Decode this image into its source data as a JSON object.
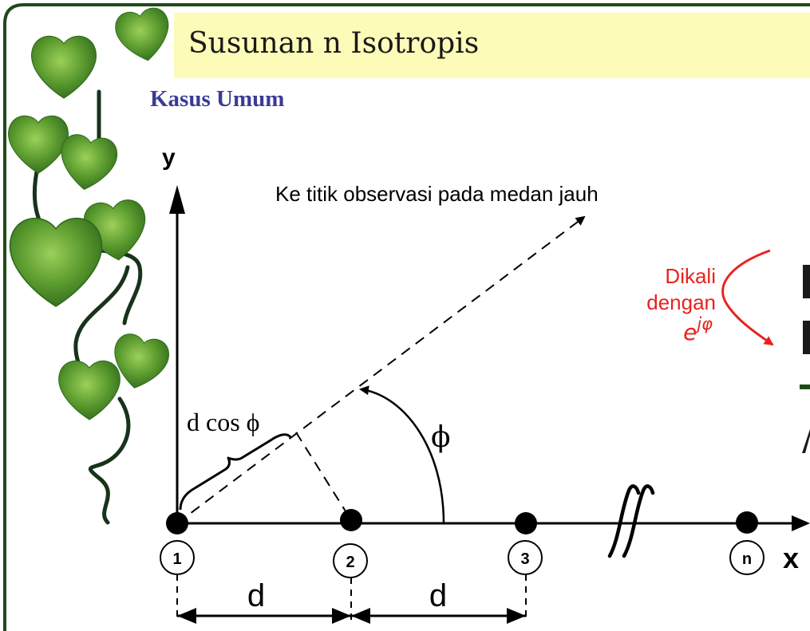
{
  "slide": {
    "title": "Susunan n Isotropis",
    "subtitle": "Kasus Umum"
  },
  "diagram": {
    "y_axis_label": "y",
    "x_axis_label": "x",
    "direction_label": "Ke titik observasi pada medan jauh",
    "projection_label": "d cos ϕ",
    "angle_label": "ϕ",
    "spacing_labels": [
      "d",
      "d"
    ],
    "elements": [
      {
        "id": "element-1",
        "label": "1"
      },
      {
        "id": "element-2",
        "label": "2"
      },
      {
        "id": "element-3",
        "label": "3"
      },
      {
        "id": "element-n",
        "label": "n"
      }
    ],
    "annotation": {
      "line1": "Dikali",
      "line2": "dengan",
      "formula": "e",
      "formula_exponent": "jφ"
    }
  },
  "colors": {
    "frame": "#1f4a17",
    "title_background": "#fdfbb8",
    "subtitle": "#3b3b96",
    "annotation": "#e8231d",
    "vine_leaf": "#5a9a2e",
    "vine_stem": "#17331a"
  }
}
